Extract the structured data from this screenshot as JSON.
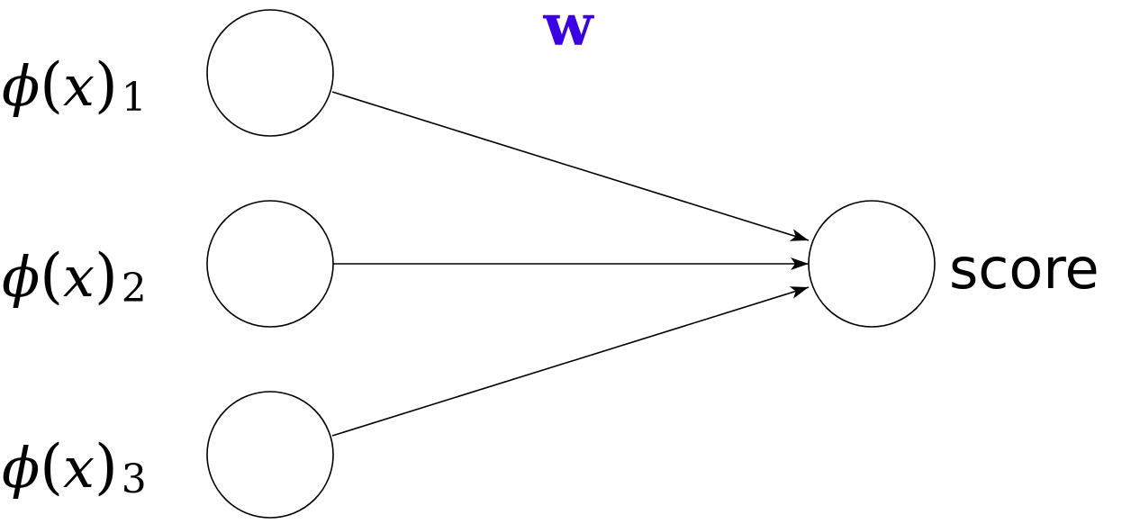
{
  "weight_label": "w",
  "weight_color": "#3a00e6",
  "inputs": [
    {
      "symbol": "ϕ",
      "open": "(",
      "var": "x",
      "close": ")",
      "index": "1"
    },
    {
      "symbol": "ϕ",
      "open": "(",
      "var": "x",
      "close": ")",
      "index": "2"
    },
    {
      "symbol": "ϕ",
      "open": "(",
      "var": "x",
      "close": ")",
      "index": "3"
    }
  ],
  "output_label": "score"
}
